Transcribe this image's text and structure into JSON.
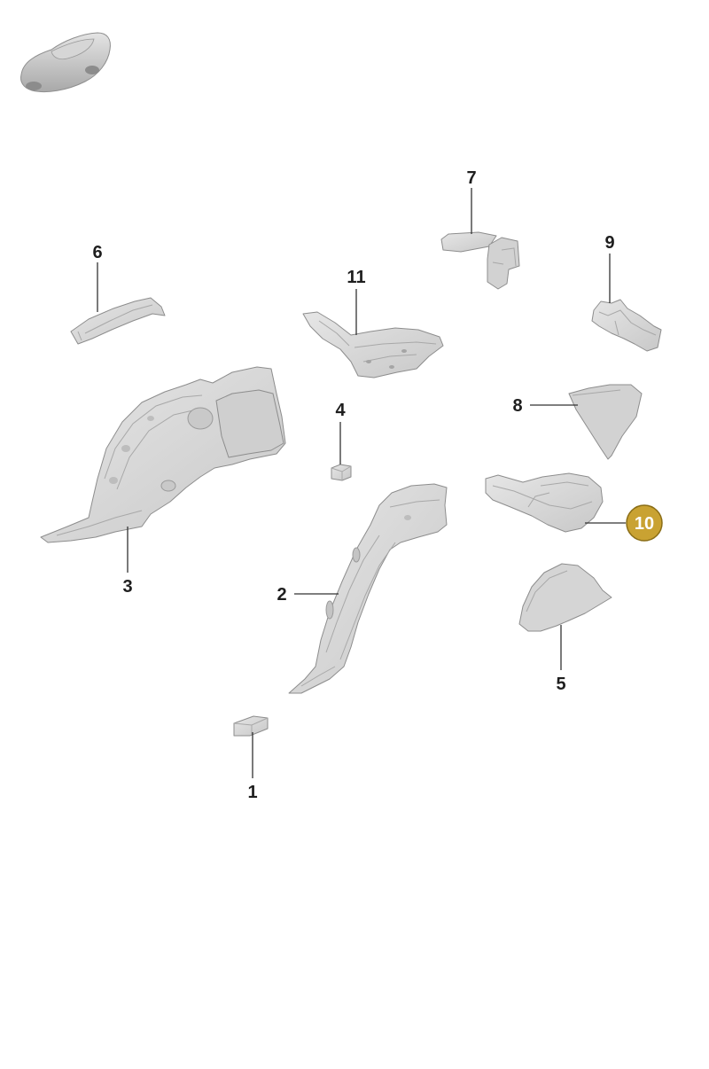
{
  "callouts": [
    {
      "id": "1",
      "text": "1"
    },
    {
      "id": "2",
      "text": "2"
    },
    {
      "id": "3",
      "text": "3"
    },
    {
      "id": "4",
      "text": "4"
    },
    {
      "id": "5",
      "text": "5"
    },
    {
      "id": "6",
      "text": "6"
    },
    {
      "id": "7",
      "text": "7"
    },
    {
      "id": "8",
      "text": "8"
    },
    {
      "id": "9",
      "text": "9"
    },
    {
      "id": "10",
      "text": "10",
      "highlighted": true
    },
    {
      "id": "11",
      "text": "11"
    }
  ],
  "colors": {
    "highlight": "#c9a232",
    "highlight_border": "#8a6d16",
    "part_fill": "#dcdcdc",
    "part_shade": "#c4c4c4"
  },
  "icons": {
    "vehicle_thumbnail": "car-silhouette-icon"
  }
}
